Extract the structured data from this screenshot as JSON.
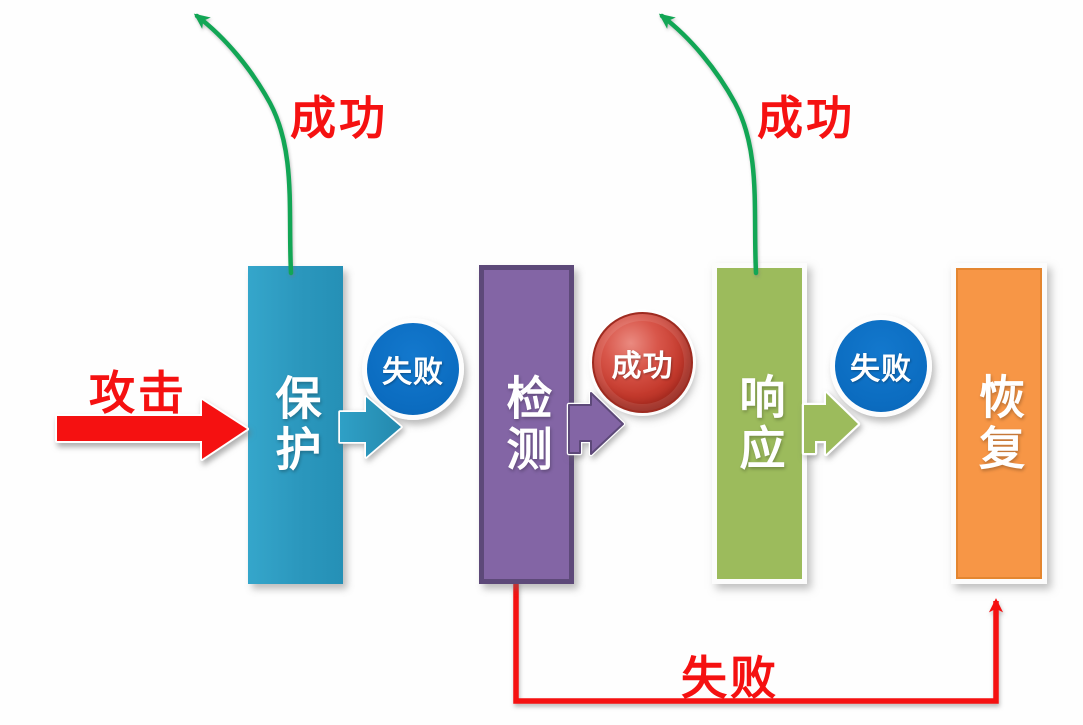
{
  "diagram": {
    "kind": "security-flow-diagram",
    "background": "#ffffff",
    "stages": {
      "protect": {
        "label": "保护",
        "color": "#2B97BD"
      },
      "detect": {
        "label": "检测",
        "color": "#8365A5",
        "border": "#5D4979"
      },
      "respond": {
        "label": "响应",
        "color": "#9CBB5C",
        "border": "#FFFFFF"
      },
      "recover": {
        "label": "恢复",
        "color": "#F79646",
        "border": "#FFFFFF"
      }
    },
    "outcomes": {
      "fail_after_protect": {
        "label": "失败",
        "color": "#0B6CC0"
      },
      "success_after_detect": {
        "label": "成功",
        "color": "#C43A2D"
      },
      "fail_after_respond": {
        "label": "失败",
        "color": "#0B6CC0"
      }
    },
    "labels": {
      "attack": "攻击",
      "success_exit_left": "成功",
      "success_exit_right": "成功",
      "fail_return_bottom": "失败",
      "label_color": "#F51111"
    },
    "connectors": {
      "attack_arrow_color": "#F51111",
      "success_curve_color": "#12A655",
      "fail_return_color": "#F51111",
      "protect_to_detect_color": "#2A93B9",
      "detect_to_respond_color": "#8365A5",
      "respond_to_recover_color": "#9CBB5C"
    }
  }
}
